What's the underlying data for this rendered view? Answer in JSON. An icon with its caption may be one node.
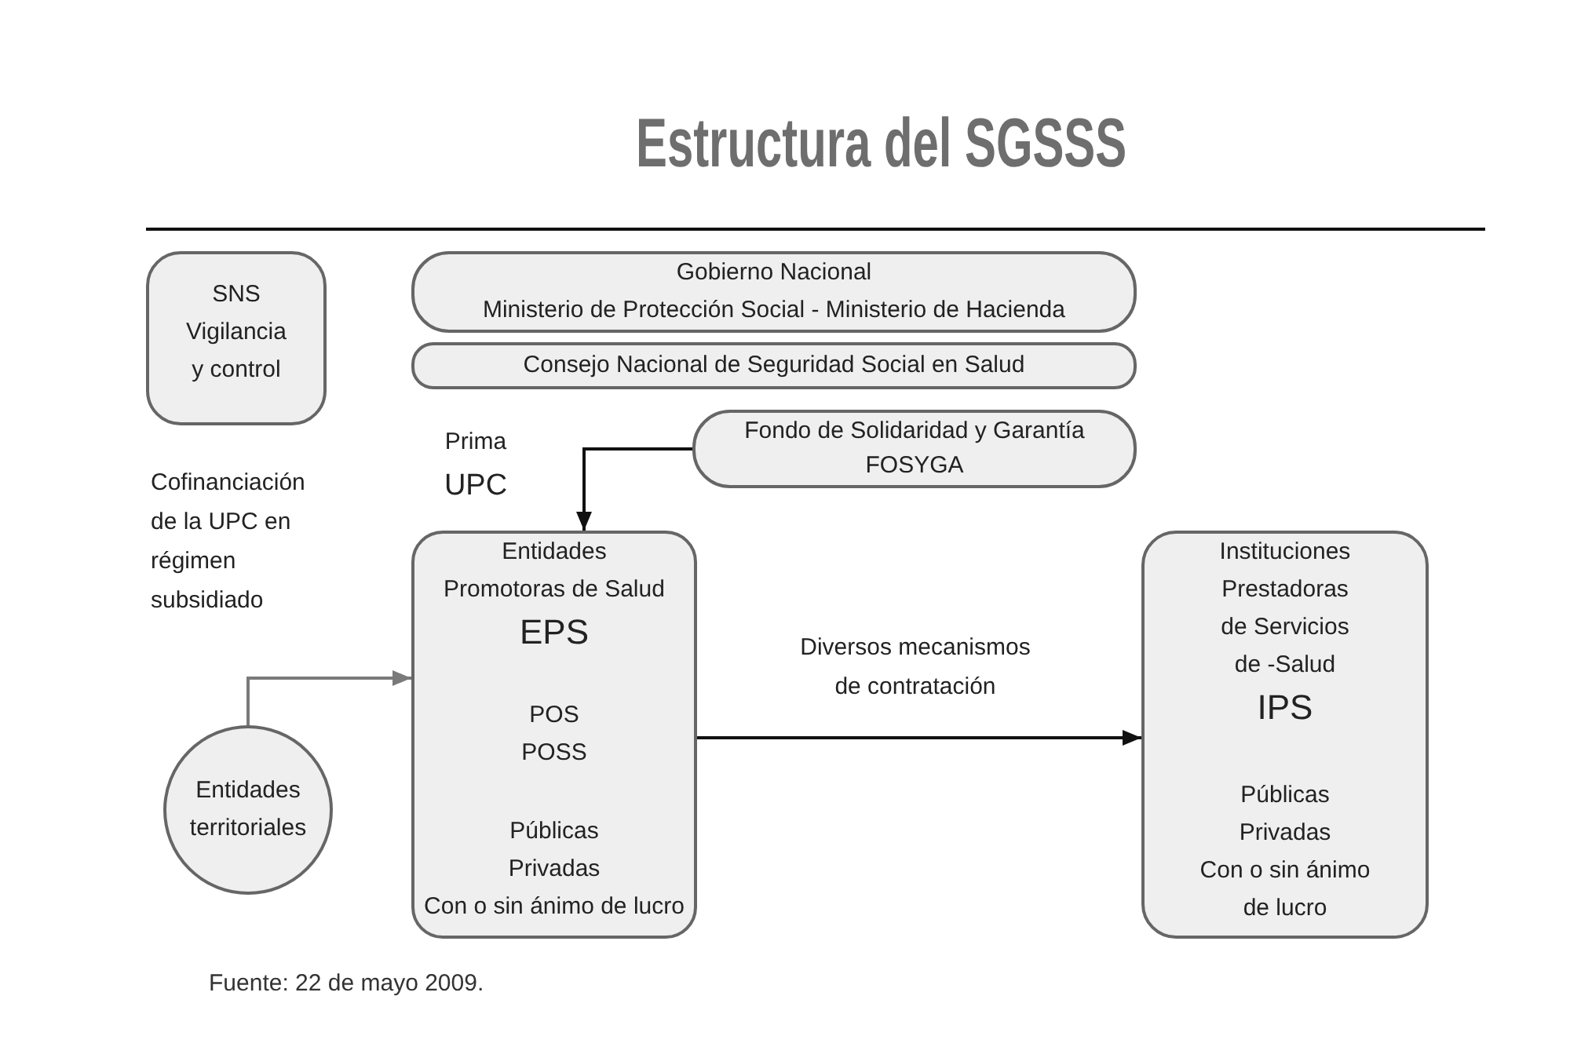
{
  "diagram": {
    "title": "Estructura del SGSSS",
    "caption": "Fuente: 22 de mayo 2009.",
    "nodes": [
      {
        "text": [
          "SNS Vigilancia y control"
        ]
      },
      {
        "text": [
          "Gobierno Nacional",
          "Ministerio de Protección Social - Ministerio de Hacienda"
        ]
      },
      {
        "text": [
          "Consejo Nacional de Seguridad Social en Salud"
        ]
      },
      {
        "text": [
          "Fondo de Solidaridad y Garantía",
          "FOSYGA"
        ]
      },
      {
        "text": [
          "Entidades Promotoras de Salud",
          "EPS",
          "POS",
          "POSS",
          "Públicas",
          "Privadas",
          "Con o sin ánimo de lucro"
        ]
      },
      {
        "text": [
          "Instituciones Prestadoras de Servicios de -Salud",
          "IPS",
          "Públicas",
          "Privadas",
          "Con o sin ánimo de lucro"
        ]
      },
      {
        "text": [
          "Entidades territoriales"
        ]
      }
    ],
    "edges": [
      {
        "from": 3,
        "to": 4,
        "arrow": "to",
        "label": "Prima UPC"
      },
      {
        "from": 6,
        "to": 4,
        "arrow": "to",
        "color": "#7a7a7a"
      },
      {
        "from": 4,
        "to": 5,
        "arrow": "to",
        "label": "Diversos mecanismos de contratación"
      }
    ],
    "labels": [
      "Cofinanciación de la UPC en régimen subsidiado"
    ]
  }
}
